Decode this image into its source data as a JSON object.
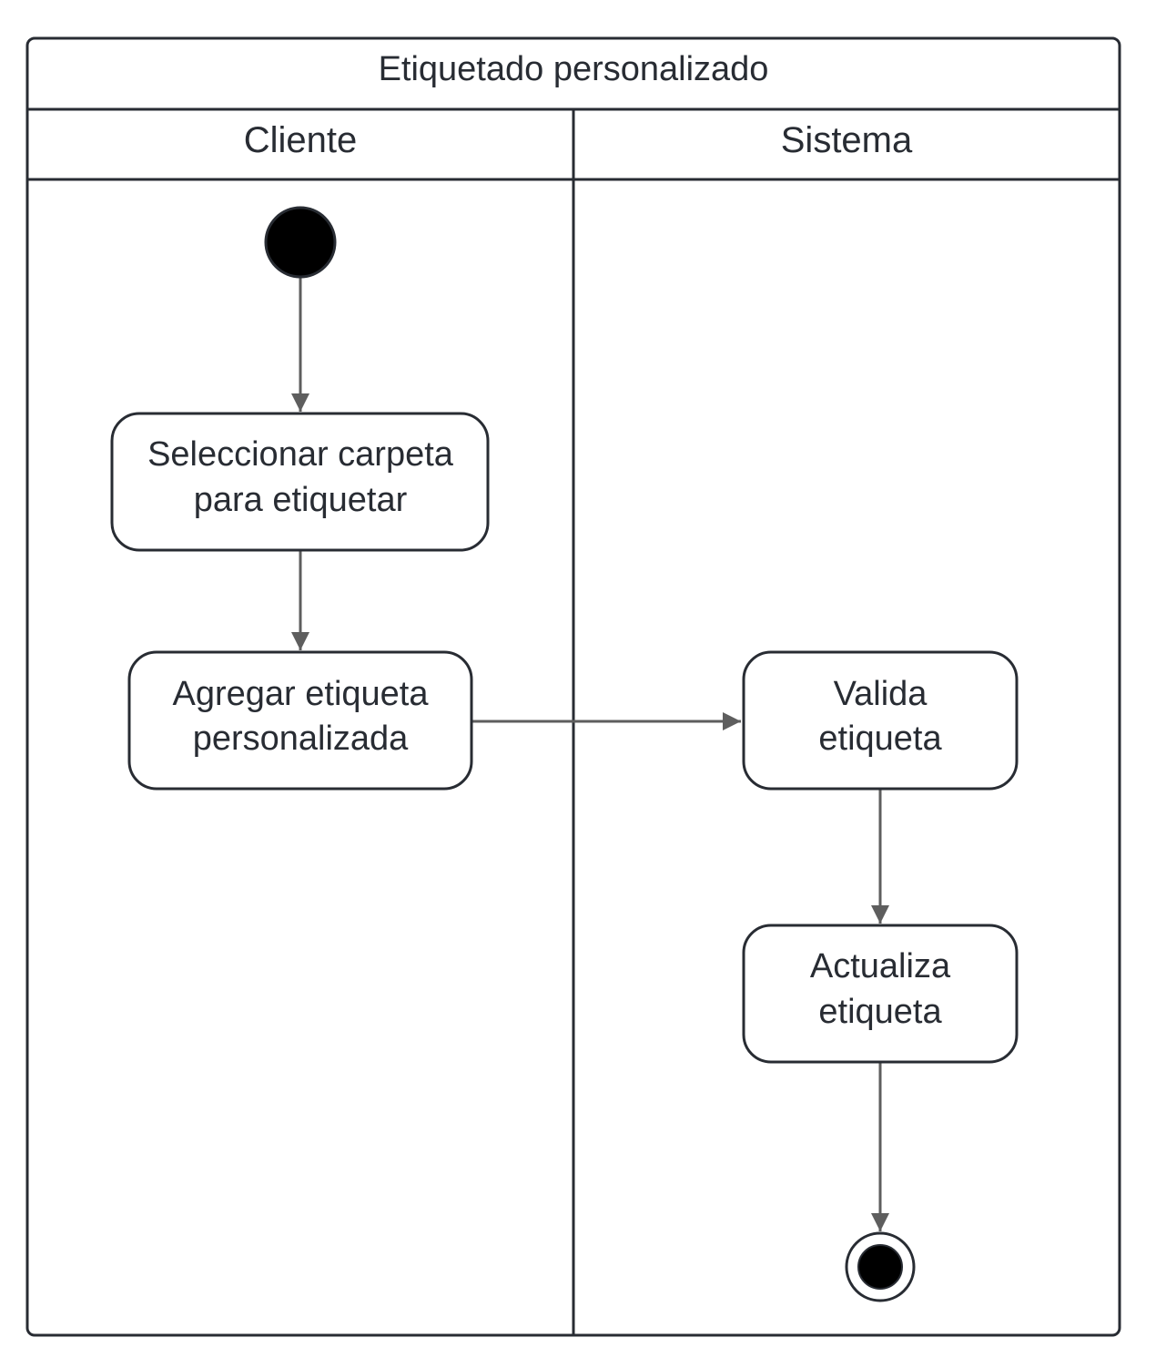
{
  "diagram": {
    "title": "Etiquetado personalizado",
    "lanes": [
      {
        "id": "cliente",
        "label": "Cliente"
      },
      {
        "id": "sistema",
        "label": "Sistema"
      }
    ],
    "nodes": [
      {
        "id": "start",
        "kind": "initial-node",
        "lane": "cliente"
      },
      {
        "id": "seleccionar",
        "kind": "action",
        "lane": "cliente",
        "lines": [
          "Seleccionar carpeta",
          "para etiquetar"
        ]
      },
      {
        "id": "agregar",
        "kind": "action",
        "lane": "cliente",
        "lines": [
          "Agregar etiqueta",
          "personalizada"
        ]
      },
      {
        "id": "valida",
        "kind": "action",
        "lane": "sistema",
        "lines": [
          "Valida",
          "etiqueta"
        ]
      },
      {
        "id": "actualiza",
        "kind": "action",
        "lane": "sistema",
        "lines": [
          "Actualiza",
          "etiqueta"
        ]
      },
      {
        "id": "end",
        "kind": "final-node",
        "lane": "sistema"
      }
    ],
    "edges": [
      {
        "from": "start",
        "to": "seleccionar"
      },
      {
        "from": "seleccionar",
        "to": "agregar"
      },
      {
        "from": "agregar",
        "to": "valida"
      },
      {
        "from": "valida",
        "to": "actualiza"
      },
      {
        "from": "actualiza",
        "to": "end"
      }
    ],
    "colors": {
      "stroke": "#282c33",
      "edge": "#5e5e5e",
      "background": "#ffffff",
      "node_fill": "#000000"
    }
  }
}
